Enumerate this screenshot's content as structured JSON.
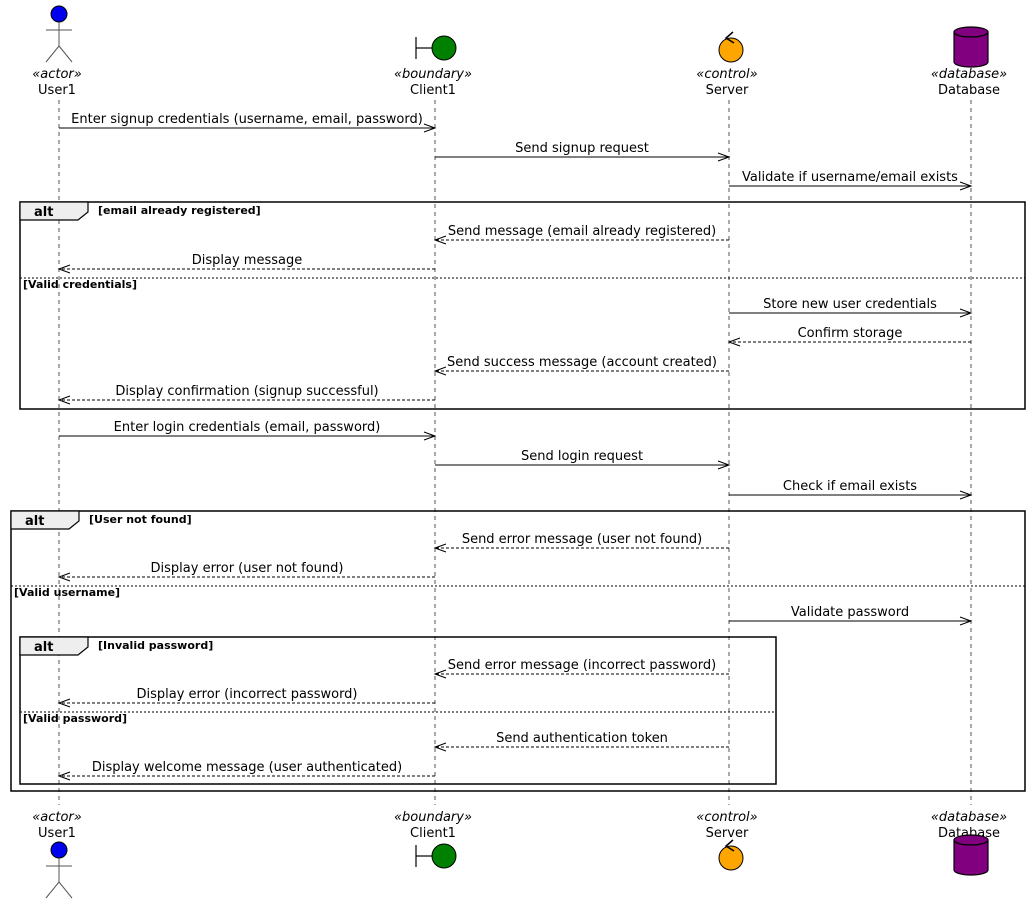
{
  "participants": [
    {
      "id": "user1",
      "name": "User1",
      "stereotype": "«actor»",
      "kind": "actor",
      "color": "#0000ee"
    },
    {
      "id": "client1",
      "name": "Client1",
      "stereotype": "«boundary»",
      "kind": "boundary",
      "color": "#008000"
    },
    {
      "id": "server",
      "name": "Server",
      "stereotype": "«control»",
      "kind": "control",
      "color": "#ffa500"
    },
    {
      "id": "database",
      "name": "Database",
      "stereotype": "«database»",
      "kind": "database",
      "color": "#800080"
    }
  ],
  "messages": [
    {
      "from": "user1",
      "to": "client1",
      "text": "Enter signup credentials (username, email, password)",
      "style": "solid"
    },
    {
      "from": "client1",
      "to": "server",
      "text": "Send signup request",
      "style": "solid"
    },
    {
      "from": "server",
      "to": "database",
      "text": "Validate if username/email exists",
      "style": "solid"
    },
    {
      "from": "server",
      "to": "client1",
      "text": "Send message (email already registered)",
      "style": "dashed"
    },
    {
      "from": "client1",
      "to": "user1",
      "text": "Display message",
      "style": "dashed"
    },
    {
      "from": "server",
      "to": "database",
      "text": "Store new user credentials",
      "style": "solid"
    },
    {
      "from": "database",
      "to": "server",
      "text": "Confirm storage",
      "style": "dashed"
    },
    {
      "from": "server",
      "to": "client1",
      "text": "Send success message (account created)",
      "style": "dashed"
    },
    {
      "from": "client1",
      "to": "user1",
      "text": "Display confirmation (signup successful)",
      "style": "dashed"
    },
    {
      "from": "user1",
      "to": "client1",
      "text": "Enter login credentials (email, password)",
      "style": "solid"
    },
    {
      "from": "client1",
      "to": "server",
      "text": "Send login request",
      "style": "solid"
    },
    {
      "from": "server",
      "to": "database",
      "text": "Check if email exists",
      "style": "solid"
    },
    {
      "from": "server",
      "to": "client1",
      "text": "Send error message (user not found)",
      "style": "dashed"
    },
    {
      "from": "client1",
      "to": "user1",
      "text": "Display error (user not found)",
      "style": "dashed"
    },
    {
      "from": "server",
      "to": "database",
      "text": "Validate password",
      "style": "solid"
    },
    {
      "from": "server",
      "to": "client1",
      "text": "Send error message (incorrect password)",
      "style": "dashed"
    },
    {
      "from": "client1",
      "to": "user1",
      "text": "Display error (incorrect password)",
      "style": "dashed"
    },
    {
      "from": "server",
      "to": "client1",
      "text": "Send authentication token",
      "style": "dashed"
    },
    {
      "from": "client1",
      "to": "user1",
      "text": "Display welcome message (user authenticated)",
      "style": "dashed"
    }
  ],
  "fragments": [
    {
      "label": "alt",
      "guard": "[email already registered]",
      "else_guard": "[Valid credentials]"
    },
    {
      "label": "alt",
      "guard": "[User not found]",
      "else_guard": "[Valid username]"
    },
    {
      "label": "alt",
      "guard": "[Invalid password]",
      "else_guard": "[Valid password]"
    }
  ]
}
